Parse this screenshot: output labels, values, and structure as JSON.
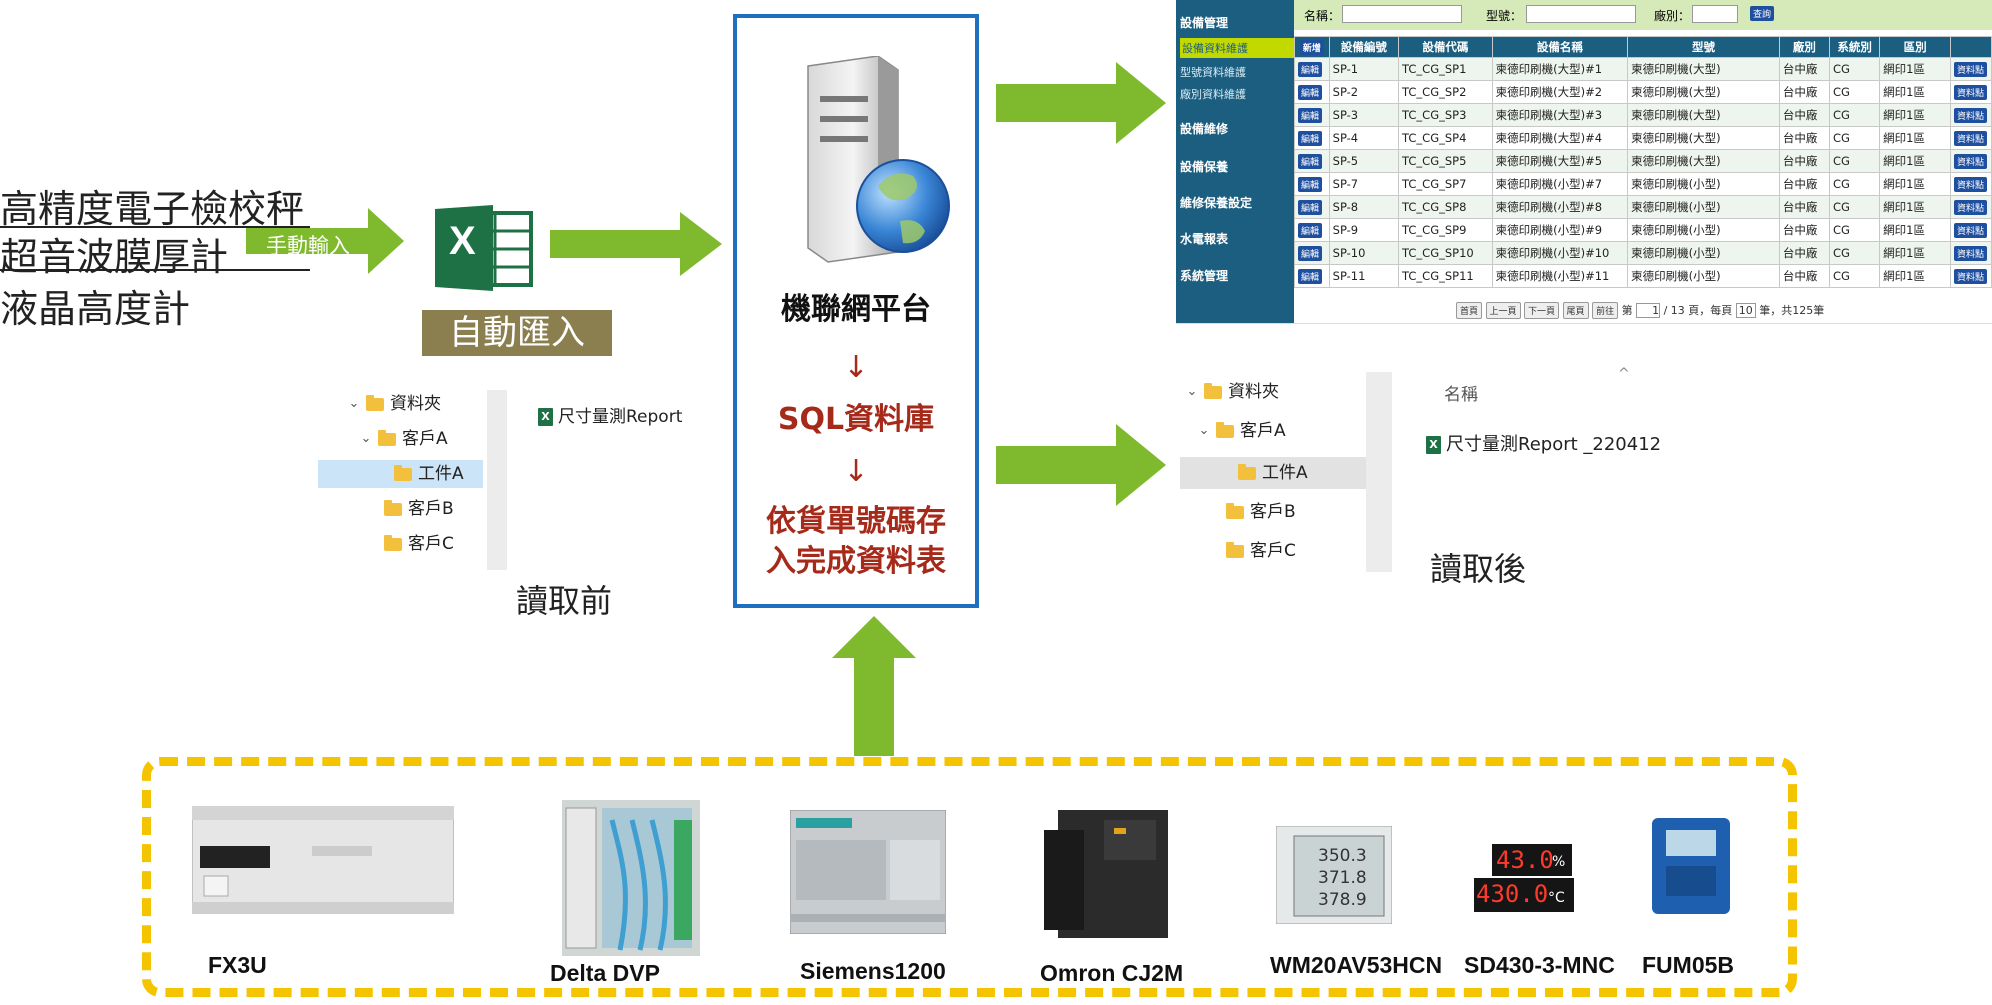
{
  "instruments": [
    "高精度電子檢校秤",
    "超音波膜厚計",
    "液晶高度計"
  ],
  "manual_input_label": "手動輸入",
  "excel_icon_letter": "X",
  "auto_import_label": "自動匯入",
  "platform": {
    "title": "機聯網平台",
    "down_arrow": "↓",
    "sql_label": "SQL資料庫",
    "store_label_line1": "依貨單號碼存",
    "store_label_line2": "入完成資料表"
  },
  "before": {
    "caption": "讀取前",
    "tree": [
      "資料夾",
      "客戶A",
      "工件A",
      "客戶B",
      "客戶C"
    ],
    "file": "尺寸量測Report"
  },
  "after": {
    "caption": "讀取後",
    "header": "名稱",
    "tree": [
      "資料夾",
      "客戶A",
      "工件A",
      "客戶B",
      "客戶C"
    ],
    "file": "尺寸量測Report _220412"
  },
  "erp": {
    "menu": [
      "設備管理",
      "設備資料維護",
      "型號資料維護",
      "廠別資料維護",
      "設備維修",
      "設備保養",
      "維修保養設定",
      "水電報表",
      "系統管理"
    ],
    "search_labels": [
      "名稱：",
      "型號：",
      "廠別："
    ],
    "search_button": "查詢",
    "add_button": "新增",
    "columns": [
      "設備編號",
      "設備代碼",
      "設備名稱",
      "型號",
      "廠別",
      "系統別",
      "區別"
    ],
    "edit_button": "編輯",
    "data_button": "資料點",
    "rows": [
      [
        "SP-1",
        "TC_CG_SP1",
        "柬德印刷機(大型)#1",
        "柬德印刷機(大型)",
        "台中廠",
        "CG",
        "網印1區"
      ],
      [
        "SP-2",
        "TC_CG_SP2",
        "柬德印刷機(大型)#2",
        "柬德印刷機(大型)",
        "台中廠",
        "CG",
        "網印1區"
      ],
      [
        "SP-3",
        "TC_CG_SP3",
        "柬德印刷機(大型)#3",
        "柬德印刷機(大型)",
        "台中廠",
        "CG",
        "網印1區"
      ],
      [
        "SP-4",
        "TC_CG_SP4",
        "柬德印刷機(大型)#4",
        "柬德印刷機(大型)",
        "台中廠",
        "CG",
        "網印1區"
      ],
      [
        "SP-5",
        "TC_CG_SP5",
        "柬德印刷機(大型)#5",
        "柬德印刷機(大型)",
        "台中廠",
        "CG",
        "網印1區"
      ],
      [
        "SP-7",
        "TC_CG_SP7",
        "柬德印刷機(小型)#7",
        "柬德印刷機(小型)",
        "台中廠",
        "CG",
        "網印1區"
      ],
      [
        "SP-8",
        "TC_CG_SP8",
        "柬德印刷機(小型)#8",
        "柬德印刷機(小型)",
        "台中廠",
        "CG",
        "網印1區"
      ],
      [
        "SP-9",
        "TC_CG_SP9",
        "柬德印刷機(小型)#9",
        "柬德印刷機(小型)",
        "台中廠",
        "CG",
        "網印1區"
      ],
      [
        "SP-10",
        "TC_CG_SP10",
        "柬德印刷機(小型)#10",
        "柬德印刷機(小型)",
        "台中廠",
        "CG",
        "網印1區"
      ],
      [
        "SP-11",
        "TC_CG_SP11",
        "柬德印刷機(小型)#11",
        "柬德印刷機(小型)",
        "台中廠",
        "CG",
        "網印1區"
      ]
    ],
    "pager": {
      "first": "首頁",
      "prev": "上一頁",
      "next": "下一頁",
      "last": "尾頁",
      "goto": "前往",
      "page_prefix": "第",
      "page_value": "1",
      "page_total": "/ 13 頁",
      "per_page_prefix": "，每頁",
      "per_page": "10",
      "total": "筆，共125筆"
    }
  },
  "devices": [
    "FX3U",
    "Delta DVP",
    "Siemens1200",
    "Omron CJ2M",
    "WM20AV53HCN",
    "SD430-3-MNC",
    "FUM05B"
  ],
  "sd430_readings": [
    "43.0",
    "430.0"
  ],
  "sd430_units": [
    "%",
    "°C"
  ],
  "wm20_readings": [
    "350.3",
    "371.8",
    "378.9"
  ],
  "colors": {
    "arrow_green": "#7fb92e",
    "platform_border": "#1f6fbf",
    "dashed_border": "#f5c400",
    "text_red": "#a52a1a",
    "label_olive": "#8b7f50"
  }
}
